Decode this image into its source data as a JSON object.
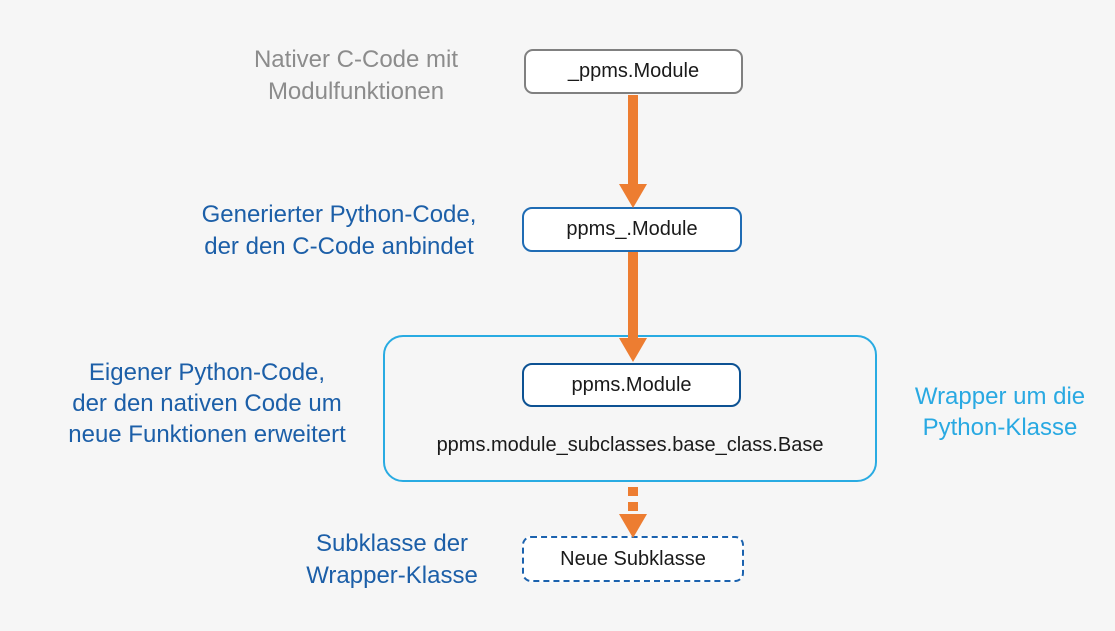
{
  "colors": {
    "background": "#F6F6F6",
    "accent_orange": "#ED7D31",
    "label_gray": "#8C8C8C",
    "label_dark_blue": "#1C5FA8",
    "label_cyan": "#29A9E2",
    "border_gray": "#808080",
    "border_blue": "#1F6CB4",
    "border_navy": "#0D5293",
    "border_dashed_blue": "#1B62AE",
    "wrapper_group_border": "#29ABE2"
  },
  "nodes": {
    "native": {
      "label": "_ppms.Module"
    },
    "generated": {
      "label": "ppms_.Module"
    },
    "wrapper": {
      "label": "ppms.Module"
    },
    "base_class": {
      "label": "ppms.module_subclasses.base_class.Base"
    },
    "subclass": {
      "label": "Neue Subklasse"
    }
  },
  "annotations": {
    "native": "Nativer C-Code mit\nModulfunktionen",
    "generated": "Generierter Python-Code,\nder den C-Code anbindet",
    "own_code": "Eigener Python-Code,\nder den nativen Code um\nneue Funktionen erweitert",
    "wrapper": "Wrapper um die\nPython-Klasse",
    "subclass": "Subklasse der\nWrapper-Klasse"
  }
}
